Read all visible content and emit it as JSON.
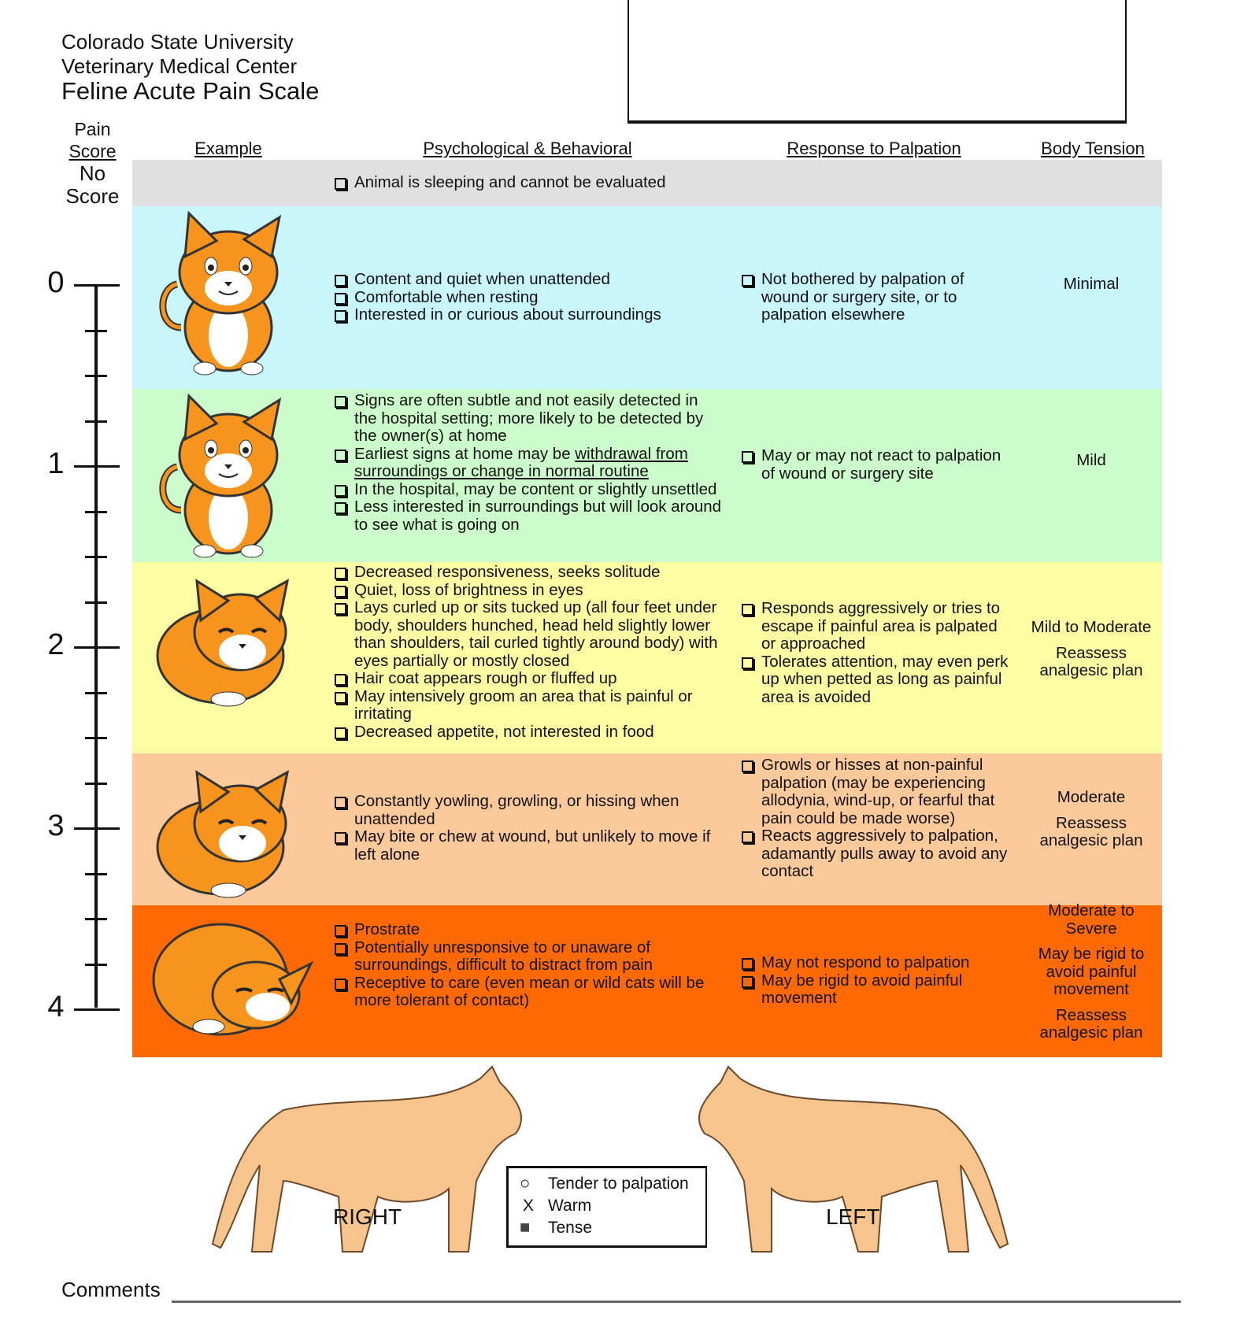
{
  "header": {
    "line1": "Colorado State University",
    "line2": "Veterinary Medical Center",
    "title": "Feline Acute Pain Scale"
  },
  "columns": {
    "pain": "Pain",
    "score": "Score",
    "example": "Example",
    "psych": "Psychological & Behavioral",
    "palpation": "Response to Palpation",
    "tension": "Body Tension"
  },
  "no_score": {
    "no": "No",
    "score": "Score",
    "item": "Animal is sleeping and cannot be evaluated"
  },
  "scale": [
    "0",
    "1",
    "2",
    "3",
    "4"
  ],
  "rows": [
    {
      "color": "#c9f6fb",
      "psych": [
        "Content and quiet when unattended",
        "Comfortable when resting",
        "Interested in or curious about surroundings"
      ],
      "palpation": [
        "Not bothered by palpation of wound or surgery site, or to palpation elsewhere"
      ],
      "tension": [
        "Minimal"
      ]
    },
    {
      "color": "#cdfccc",
      "psych": [
        "Signs are often subtle and not easily detected in the hospital setting; more likely to be detected by the owner(s) at home",
        "In the hospital, may be content or slightly unsettled",
        "Less interested in surroundings but will look around to see what is going on"
      ],
      "psych_underline_item": {
        "prefix": "Earliest signs at home may be ",
        "underlined": "withdrawal from surroundings or change in normal routine"
      },
      "palpation": [
        "May or may not react to palpation of wound or surgery site"
      ],
      "tension": [
        "Mild"
      ]
    },
    {
      "color": "#fdfda4",
      "psych": [
        "Decreased responsiveness, seeks solitude",
        "Quiet, loss of brightness in eyes",
        "Lays curled up or sits tucked up (all four feet under body, shoulders hunched, head held slightly lower than shoulders, tail curled tightly around body) with eyes partially or mostly closed",
        "Hair coat appears rough or fluffed up",
        "May intensively groom an area that is painful or irritating",
        "Decreased appetite, not interested in food"
      ],
      "palpation": [
        "Responds aggressively or tries to escape if painful area is palpated or approached",
        "Tolerates attention, may even perk up when petted as long as painful area is avoided"
      ],
      "tension": [
        "Mild to Moderate",
        "Reassess analgesic plan"
      ]
    },
    {
      "color": "#fbc99a",
      "psych": [
        "Constantly yowling, growling, or hissing when unattended",
        "May bite or chew at wound, but unlikely to move if left alone"
      ],
      "palpation": [
        "Growls or hisses at non-painful palpation (may be experiencing allodynia, wind-up, or fearful that pain could be made worse)",
        "Reacts aggressively to palpation, adamantly pulls away to avoid any contact"
      ],
      "tension": [
        "Moderate",
        "Reassess analgesic plan"
      ]
    },
    {
      "color": "#fd6a05",
      "psych": [
        "Prostrate",
        "Potentially unresponsive to or unaware of surroundings, difficult to distract from pain",
        "Receptive to care (even mean or wild cats will be more tolerant of contact)"
      ],
      "palpation": [
        "May not respond to palpation",
        "May be rigid to avoid painful movement"
      ],
      "tension": [
        "Moderate to Severe",
        "May be rigid to avoid painful movement",
        "Reassess analgesic plan"
      ]
    }
  ],
  "diagram": {
    "right": "RIGHT",
    "left": "LEFT",
    "legend": [
      "Tender to palpation",
      "Warm",
      "Tense"
    ],
    "legend_marks": [
      "○",
      "X",
      "■"
    ]
  },
  "comments": "Comments"
}
